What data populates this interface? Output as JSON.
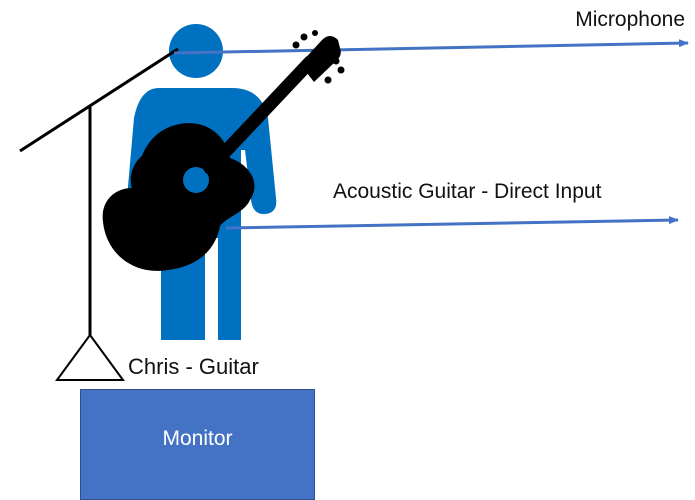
{
  "diagram": {
    "microphone_label": "Microphone",
    "direct_input_label": "Acoustic Guitar - Direct Input",
    "performer_label": "Chris - Guitar",
    "monitor_label": "Monitor"
  },
  "colors": {
    "performer": "#0070c0",
    "monitor_fill": "#4472c4",
    "signal_arrow": "#4472c4",
    "instrument": "#000000",
    "mic_stand": "#000000"
  },
  "icons": {
    "performer": "person-icon",
    "instrument": "acoustic-guitar-icon",
    "stand": "microphone-stand-icon"
  }
}
